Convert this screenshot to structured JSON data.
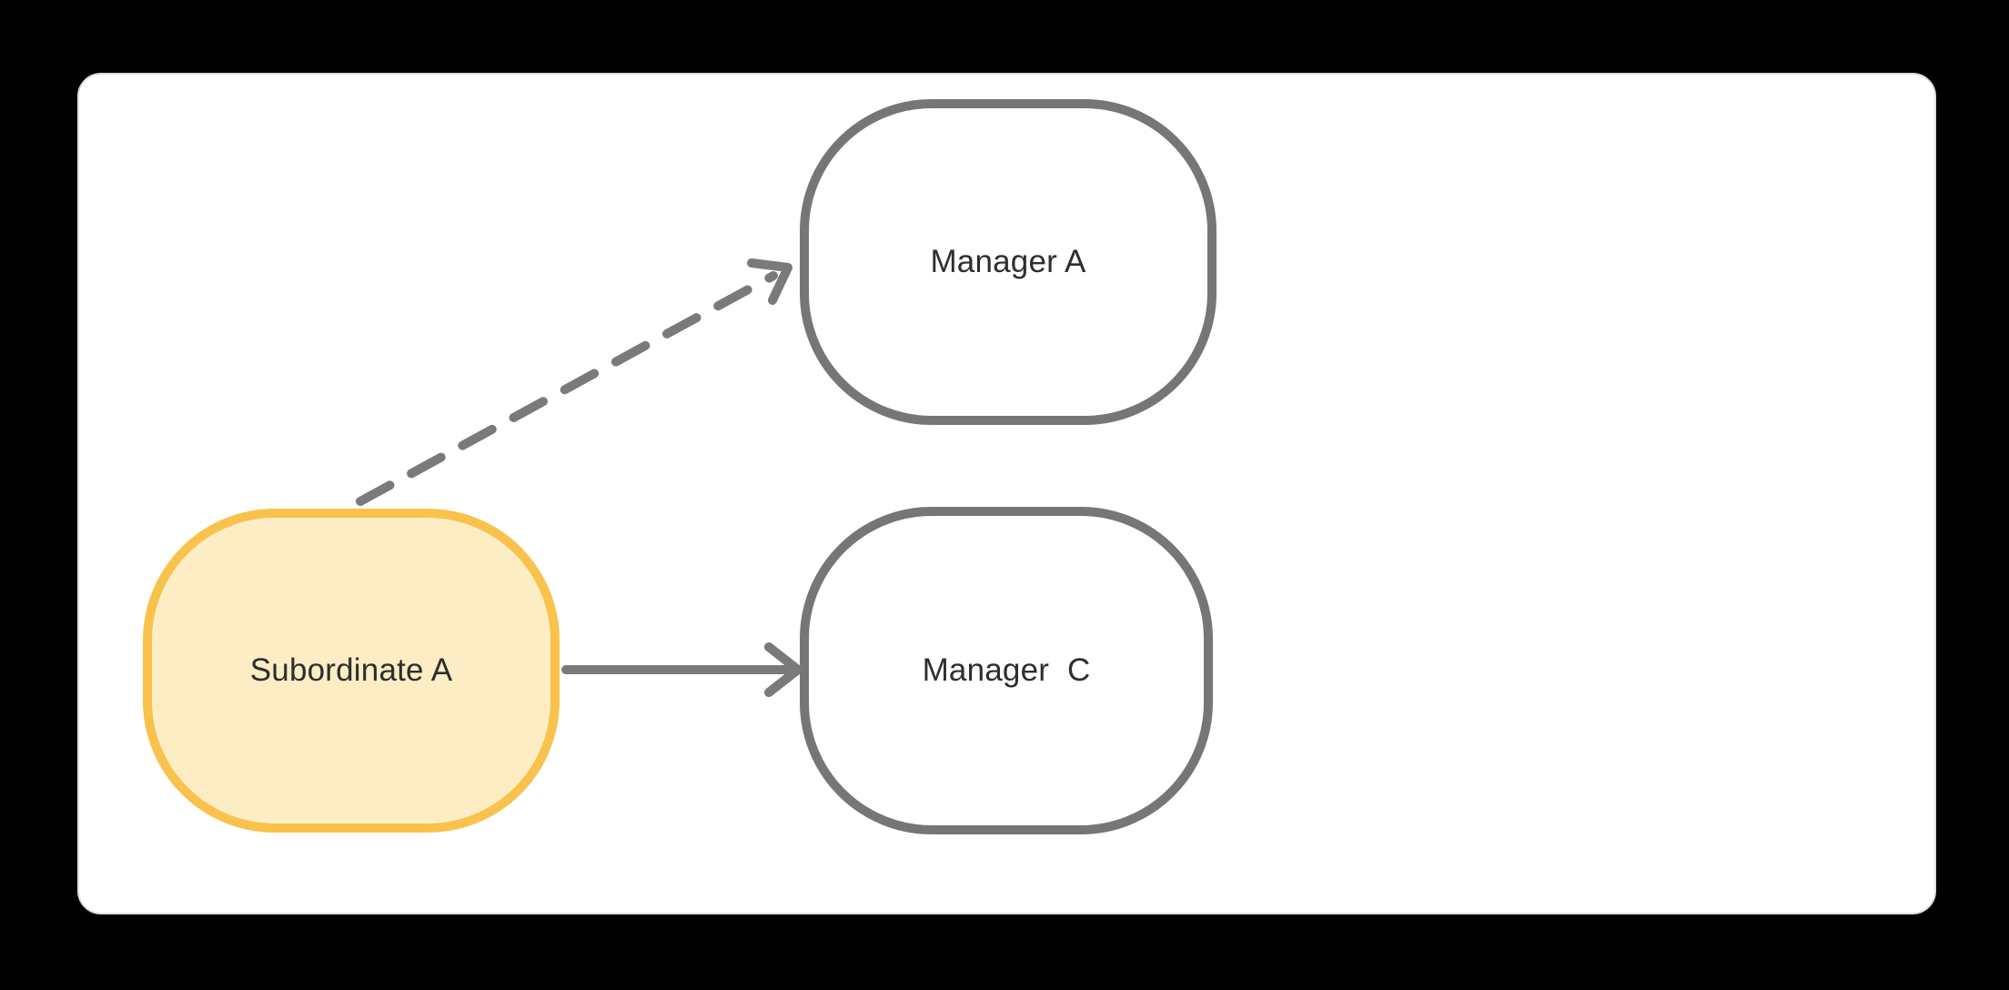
{
  "diagram": {
    "nodes": [
      {
        "id": "manager-a",
        "label": "Manager A",
        "shape": "rounded-rectangle",
        "border_color": "#767676",
        "fill": "#ffffff",
        "highlighted": false
      },
      {
        "id": "manager-c",
        "label": "Manager  C",
        "shape": "rounded-rectangle",
        "border_color": "#767676",
        "fill": "#ffffff",
        "highlighted": false
      },
      {
        "id": "subordinate-a",
        "label": "Subordinate A",
        "shape": "rounded-rectangle",
        "border_color": "#f8c24d",
        "fill": "#fcedc4",
        "highlighted": true
      }
    ],
    "edges": [
      {
        "from": "subordinate-a",
        "to": "manager-a",
        "style": "dashed",
        "arrowhead": "open-v",
        "color": "#7a7a7a"
      },
      {
        "from": "subordinate-a",
        "to": "manager-c",
        "style": "solid",
        "arrowhead": "open-v",
        "color": "#7a7a7a"
      }
    ]
  },
  "colors": {
    "page_bg": "#000000",
    "canvas_bg": "#ffffff",
    "canvas_border": "#dedede",
    "node_border": "#767676",
    "node_text": "#2e2e2e",
    "highlight_border": "#f8c24d",
    "highlight_fill": "#fcedc4",
    "edge": "#7a7a7a"
  }
}
